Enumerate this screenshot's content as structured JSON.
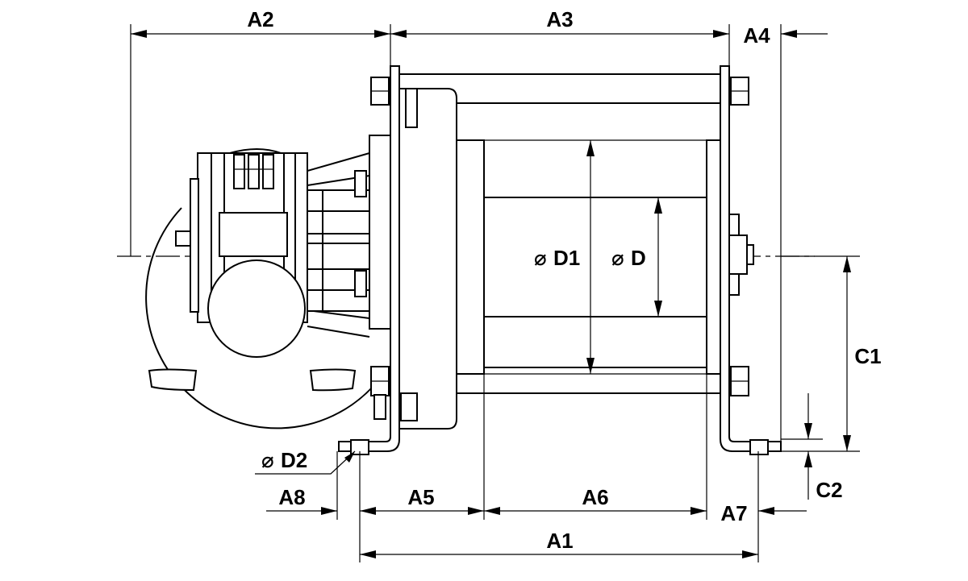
{
  "diagram": {
    "labels": {
      "A1": "A1",
      "A2": "A2",
      "A3": "A3",
      "A4": "A4",
      "A5": "A5",
      "A6": "A6",
      "A7": "A7",
      "A8": "A8",
      "C1": "C1",
      "C2": "C2",
      "D": "D",
      "D1": "D1",
      "D2": "D2"
    },
    "diameter_symbol": "⌀"
  }
}
